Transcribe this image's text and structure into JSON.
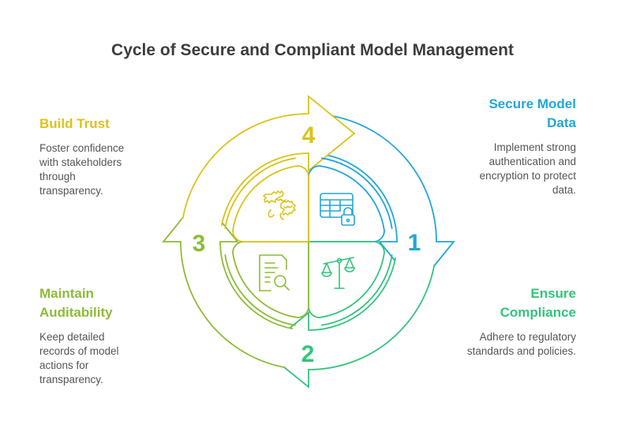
{
  "title": "Cycle of Secure and Compliant Model Management",
  "colors": {
    "secure": "#22a6d6",
    "compliance": "#34c47c",
    "auditability": "#8dbb38",
    "trust": "#dcc21b",
    "title": "#3d3d3d",
    "body": "#555555"
  },
  "steps": [
    {
      "number": "1",
      "heading": "Secure Model Data",
      "description": "Implement strong authentication and encryption to protect data.",
      "icon": "table-lock-icon"
    },
    {
      "number": "2",
      "heading": "Ensure Compliance",
      "description": "Adhere to regulatory standards and policies.",
      "icon": "balance-scale-icon"
    },
    {
      "number": "3",
      "heading": "Maintain Auditability",
      "description": "Keep detailed records of model actions for transparency.",
      "icon": "document-search-icon"
    },
    {
      "number": "4",
      "heading": "Build Trust",
      "description": "Foster confidence with stakeholders through transparency.",
      "icon": "handshake-fist-bump-icon"
    }
  ]
}
